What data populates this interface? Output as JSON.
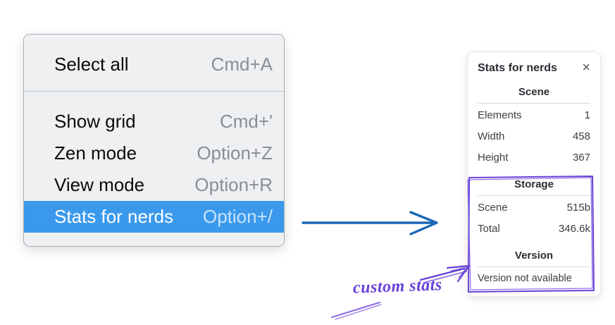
{
  "context_menu": {
    "items": [
      {
        "label": "Select all",
        "shortcut": "Cmd+A",
        "selected": false
      },
      {
        "label": "Show grid",
        "shortcut": "Cmd+'",
        "selected": false
      },
      {
        "label": "Zen mode",
        "shortcut": "Option+Z",
        "selected": false
      },
      {
        "label": "View mode",
        "shortcut": "Option+R",
        "selected": false
      },
      {
        "label": "Stats for nerds",
        "shortcut": "Option+/",
        "selected": true
      }
    ],
    "highlight_color": "#3b99ec"
  },
  "stats_panel": {
    "title": "Stats for nerds",
    "close_icon": "×",
    "sections": [
      {
        "heading": "Scene",
        "rows": [
          {
            "label": "Elements",
            "value": "1"
          },
          {
            "label": "Width",
            "value": "458"
          },
          {
            "label": "Height",
            "value": "367"
          }
        ]
      },
      {
        "heading": "Storage",
        "rows": [
          {
            "label": "Scene",
            "value": "515b"
          },
          {
            "label": "Total",
            "value": "346.6k"
          }
        ]
      },
      {
        "heading": "Version",
        "note": "Version not available"
      }
    ]
  },
  "annotations": {
    "label": "custom stats",
    "purple_color": "#6741d9",
    "light_purple_color": "#8f6fe8",
    "blue_arrow_color": "#1b67b5"
  }
}
